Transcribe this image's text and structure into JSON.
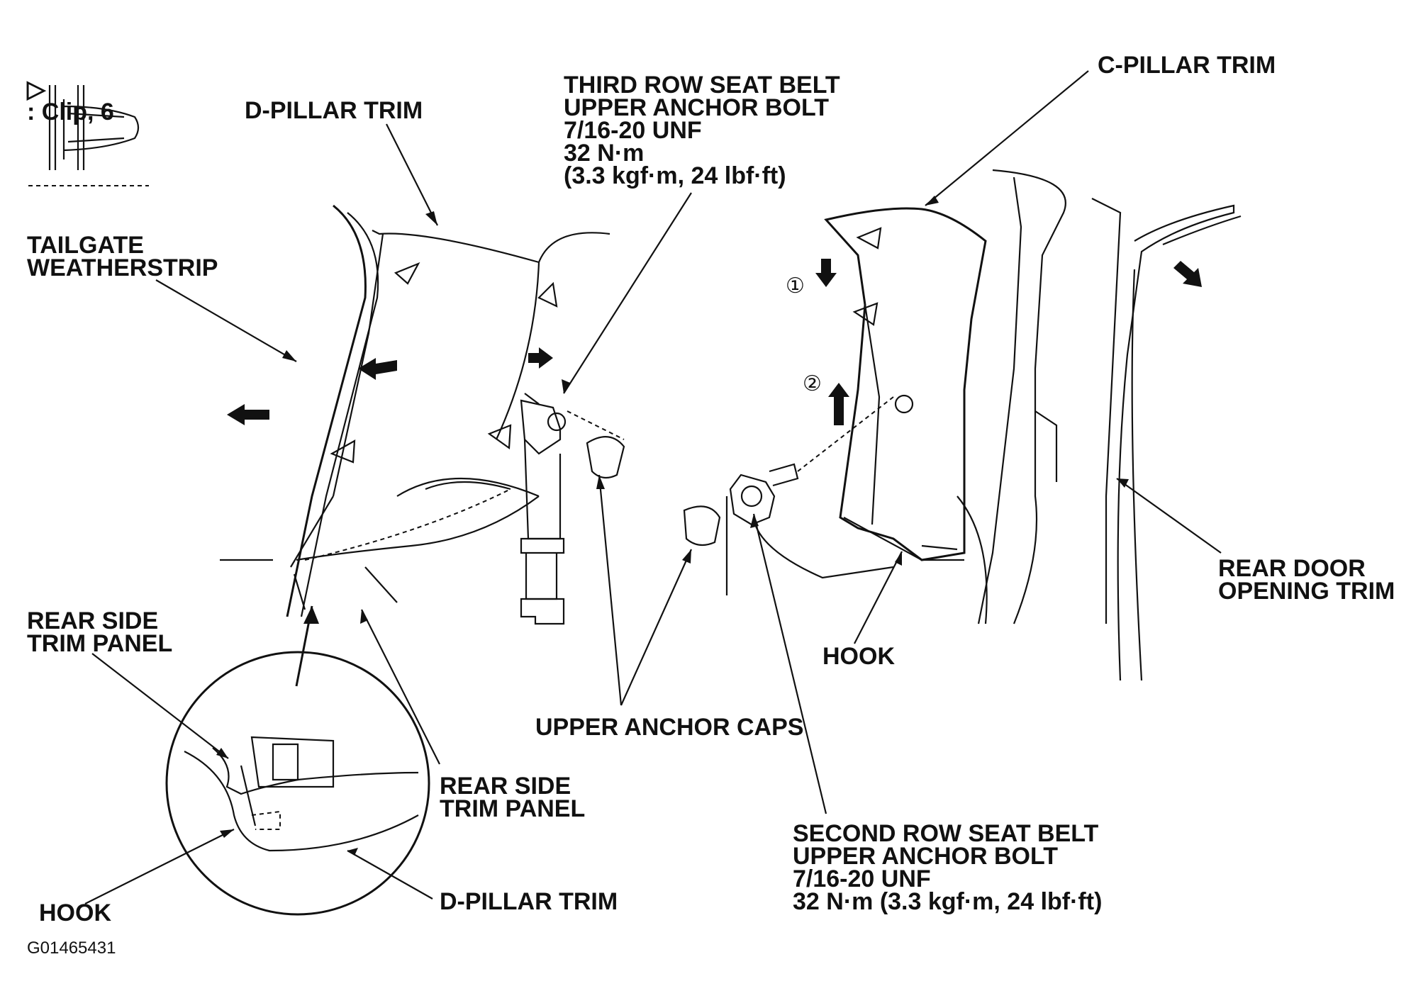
{
  "clip_legend": {
    "symbol": "▷",
    "text": ": Clip, 6"
  },
  "labels": {
    "d_pillar_trim_top": "D-PILLAR TRIM",
    "third_row_bolt": "THIRD ROW SEAT BELT\nUPPER ANCHOR BOLT\n7/16-20 UNF\n32 N·m\n(3.3 kgf·m, 24 lbf·ft)",
    "c_pillar_trim": "C-PILLAR TRIM",
    "tailgate_weatherstrip": "TAILGATE\nWEATHERSTRIP",
    "rear_side_trim_panel_left": "REAR SIDE\nTRIM PANEL",
    "rear_door_opening_trim": "REAR DOOR\nOPENING TRIM",
    "hook_right": "HOOK",
    "upper_anchor_caps": "UPPER ANCHOR CAPS",
    "rear_side_trim_panel_mid": "REAR SIDE\nTRIM PANEL",
    "second_row_bolt": "SECOND ROW SEAT BELT\nUPPER ANCHOR BOLT\n7/16-20 UNF\n32 N·m (3.3 kgf·m, 24 lbf·ft)",
    "hook_left": "HOOK",
    "d_pillar_trim_bottom": "D-PILLAR TRIM",
    "figure_id": "G01465431"
  },
  "step_markers": {
    "step1": "①",
    "step2": "②"
  }
}
